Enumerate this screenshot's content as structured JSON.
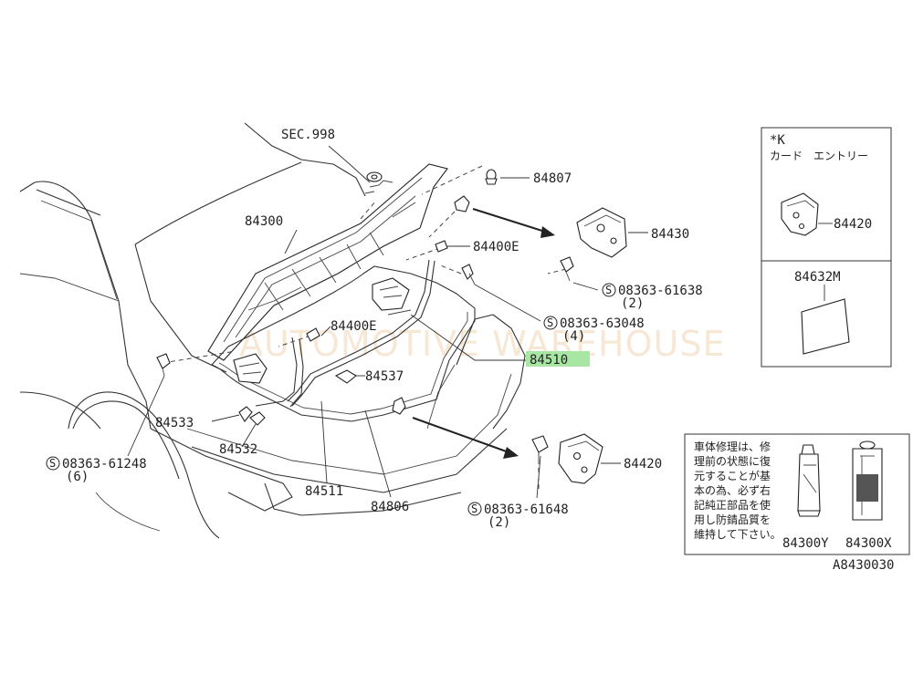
{
  "diagram": {
    "watermark": "AUTOMOTIVE WAREHOUSE",
    "figure_code": "A8430030",
    "highlighted_part": "84510",
    "labels": {
      "sec998": "SEC.998",
      "p84807": "84807",
      "p84300": "84300",
      "p84430": "84430",
      "p84400e_top": "84400E",
      "p08363_61638": "08363-61638",
      "p08363_61638_qty": "(2)",
      "p84400e_mid": "84400E",
      "p08363_63048": "08363-63048",
      "p08363_63048_qty": "(4)",
      "p84510": "84510",
      "p84537": "84537",
      "p84533": "84533",
      "p84532": "84532",
      "p08363_61248": "08363-61248",
      "p08363_61248_qty": "(6)",
      "p84511": "84511",
      "p84806": "84806",
      "p84420_main": "84420",
      "p08363_61648": "08363-61648",
      "p08363_61648_qty": "(2)",
      "s_symbol": "S"
    },
    "inset_keyless": {
      "title": "*K",
      "subtitle": "カード　エントリー",
      "part": "84420"
    },
    "inset_label": {
      "part": "84632M"
    },
    "inset_repair": {
      "note_lines": [
        "車体修理は、修",
        "理前の状態に復",
        "元することが基",
        "本の為、必ず右",
        "記純正部品を使",
        "用し防錆品質を",
        "維持して下さい。"
      ],
      "part_tube": "84300Y",
      "part_can": "84300X"
    }
  }
}
